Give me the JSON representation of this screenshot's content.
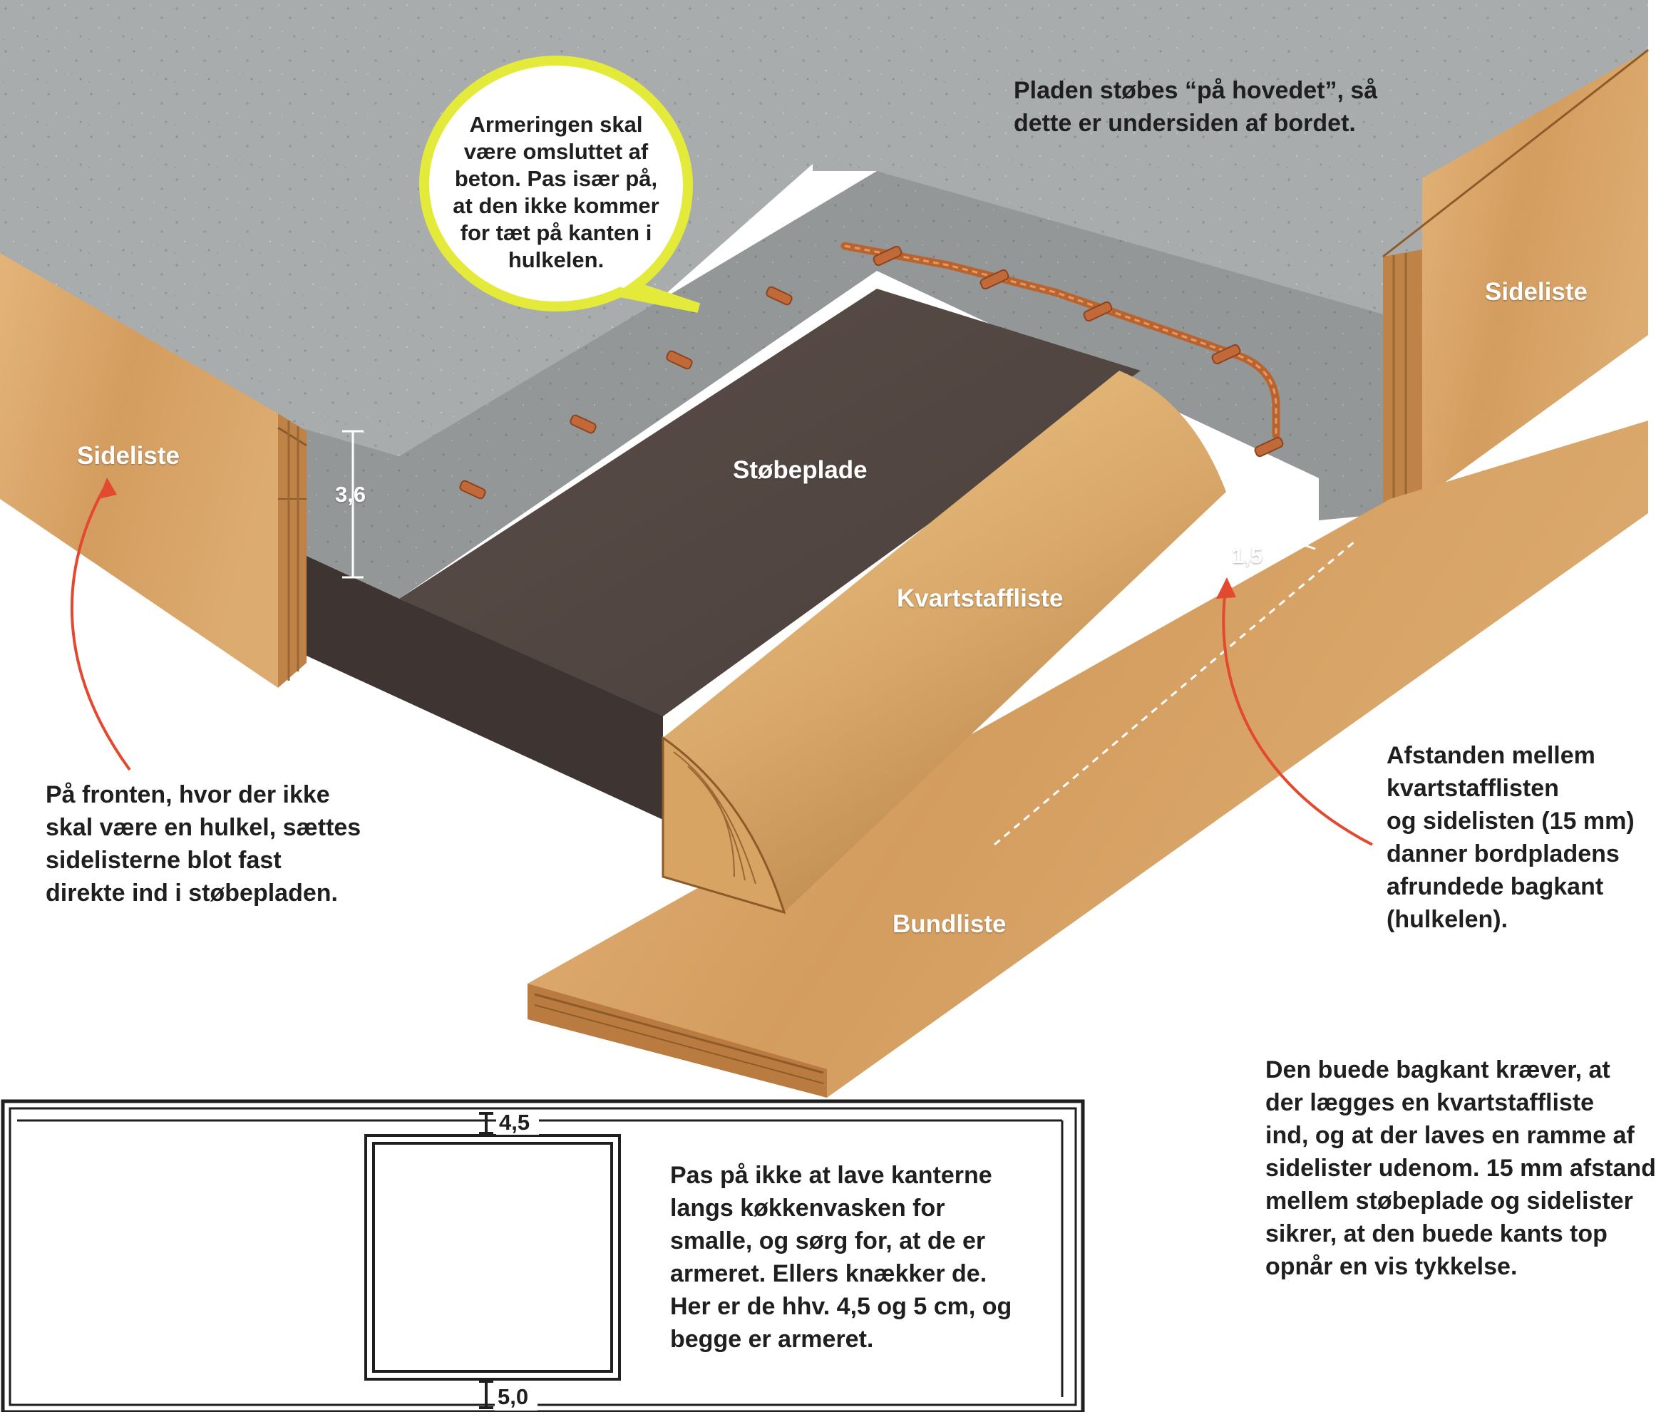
{
  "labels": {
    "sideliste_left": "Sideliste",
    "sideliste_right": "Sideliste",
    "stobeplade": "Støbeplade",
    "kvartstaffliste": "Kvartstaffliste",
    "bundliste": "Bundliste"
  },
  "dimensions": {
    "height": "3,6",
    "gap": "1,5",
    "top_edge": "4,5",
    "bottom_edge": "5,0"
  },
  "callouts": {
    "bubble": [
      "Armeringen skal",
      "være omsluttet af",
      "beton. Pas især på,",
      "at den ikke kommer",
      "for tæt på kanten i",
      "hulkelen."
    ],
    "top_note": [
      "Pladen støbes “på hovedet”, så",
      "dette er undersiden af bordet."
    ],
    "front_note": [
      "På fronten, hvor der ikke",
      "skal være en hulkel, sættes",
      "sidelisterne blot fast",
      "direkte ind i støbepladen."
    ],
    "gap_note": [
      "Afstanden mellem",
      "kvartstafflisten",
      "og sidelisten (15 mm)",
      "danner bordpladens",
      "afrundede bagkant",
      "(hulkelen)."
    ],
    "curve_note": [
      "Den buede bagkant kræver, at",
      "der lægges en kvartstaffliste",
      "ind, og at der laves en ramme af",
      "sidelister udenom. 15 mm afstand",
      "mellem støbeplade og sidelister",
      "sikrer, at den buede kants top",
      "opnår en vis tykkelse."
    ],
    "sink_note": [
      "Pas på ikke at lave kanterne",
      "langs køkkenvasken for",
      "smalle, og sørg for, at de er",
      "armeret. Ellers knækker de.",
      "Her er de hhv. 4,5 og 5 cm, og",
      "begge er armeret."
    ]
  },
  "colors": {
    "concrete": "#a7aaab",
    "wood": "#d9a76a",
    "mould_board": "#4a3f3b",
    "bubble_border": "#e3ea3a",
    "arrow": "#e2492f"
  }
}
